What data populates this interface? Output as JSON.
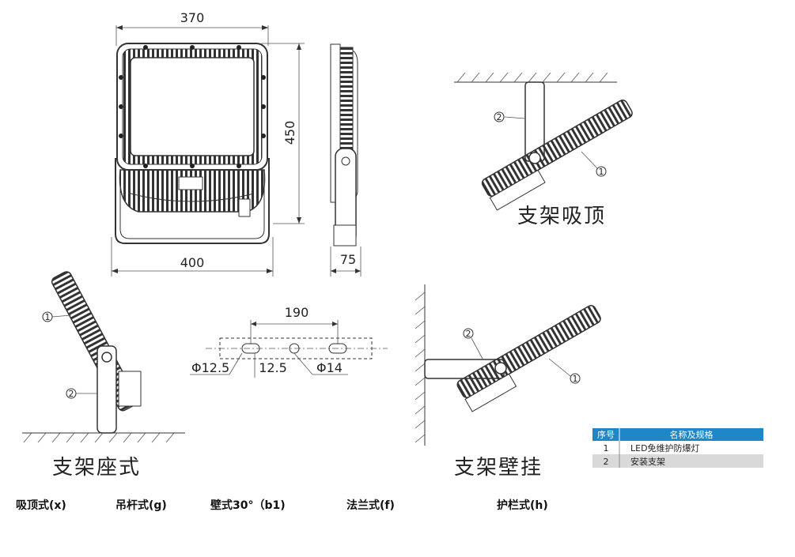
{
  "front_view": {
    "width_top": "370",
    "height": "450",
    "width_bottom": "400"
  },
  "side_view": {
    "depth": "75"
  },
  "bracket_view": {
    "spacing": "190",
    "hole_left": "Φ12.5",
    "slot_width": "12.5",
    "hole_right": "Φ14"
  },
  "scenes": {
    "ceiling_caption": "支架吸顶",
    "floor_caption": "支架座式",
    "wall_caption": "支架壁挂",
    "callout_1": "1",
    "callout_2": "2"
  },
  "parts_table": {
    "header_no": "序号",
    "header_name": "名称及规格",
    "header_color": "#1f86c7",
    "rows": [
      {
        "no": "1",
        "name": "LED免维护防爆灯"
      },
      {
        "no": "2",
        "name": "安装支架"
      }
    ]
  },
  "mounting_options": [
    "吸顶式(x)",
    "吊杆式(g)",
    "壁式30°（b1)",
    "法兰式(f)",
    "护栏式(h)"
  ]
}
